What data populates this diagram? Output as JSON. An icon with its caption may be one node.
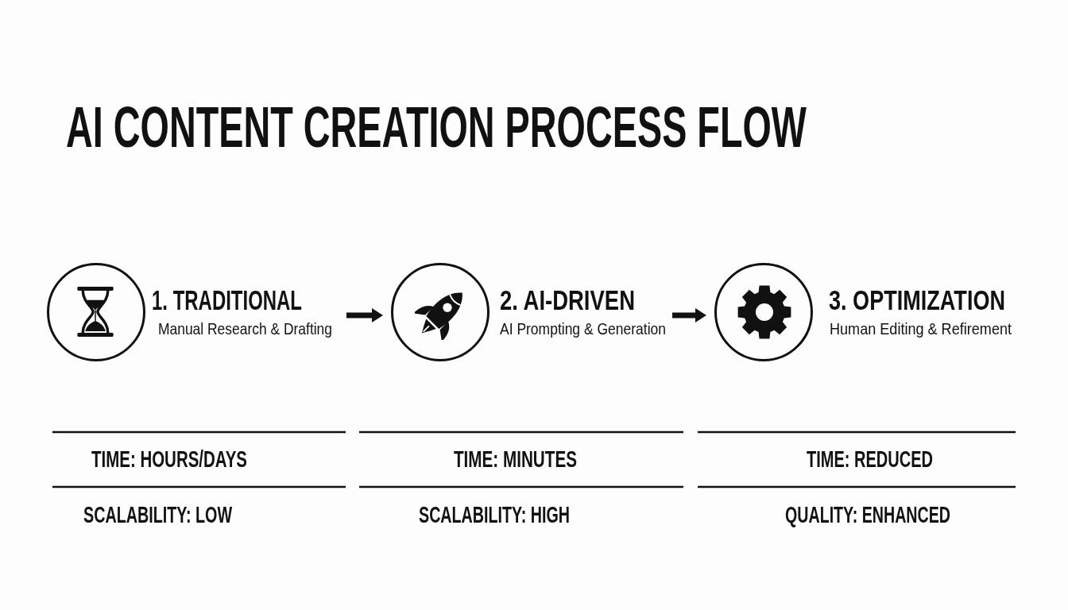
{
  "diagram": {
    "title": "AI CONTENT CREATION PROCESS FLOW",
    "nodes": [
      {
        "text": [
          "1. TRADITIONAL",
          "Manual Research & Drafting"
        ]
      },
      {
        "text": [
          "2. AI-DRIVEN",
          "AI Prompting & Generation"
        ]
      },
      {
        "text": [
          "3. OPTIMIZATION",
          "Human Editing & Refirement"
        ]
      }
    ],
    "edges": [
      {
        "from": 0,
        "to": 1,
        "arrow": "to"
      },
      {
        "from": 1,
        "to": 2,
        "arrow": "to"
      }
    ],
    "labels": [
      "TIME: HOURS/DAYS",
      "TIME: MINUTES",
      "TIME: REDUCED",
      "SCALABILITY: LOW",
      "SCALABILITY: HIGH",
      "QUALITY: ENHANCED"
    ]
  }
}
